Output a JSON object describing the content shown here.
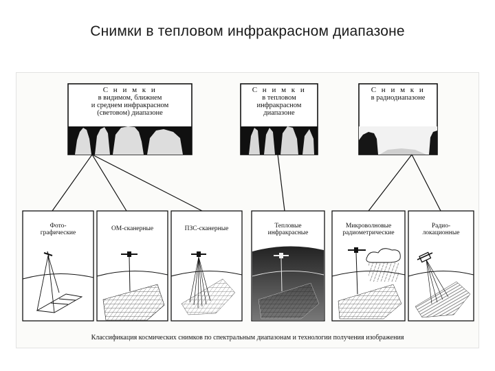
{
  "slide": {
    "title": "Снимки в тепловом инфракрасном диапазоне"
  },
  "figure": {
    "top_boxes": [
      {
        "heading": "С н и м к и",
        "text": "в видимом, ближнем\nи среднем инфракрасном\n(световом) диапазоне"
      },
      {
        "heading": "С н и м к и",
        "text": "в тепловом\nинфракрасном\nдиапазоне"
      },
      {
        "heading": "С н и м к и",
        "text": "в радиодиапазоне"
      }
    ],
    "bottom_boxes": [
      {
        "label": "Фото-\nграфические"
      },
      {
        "label": "ОМ-сканерные"
      },
      {
        "label": "ПЗС-сканерные"
      },
      {
        "label": "Тепловые\nинфракрасные"
      },
      {
        "label": "Микроволновые\nрадиометрические"
      },
      {
        "label": "Радио-\nлокационные"
      }
    ],
    "caption": "Классификация космических снимков по спектральным диапазонам и технологии получения изображения"
  }
}
